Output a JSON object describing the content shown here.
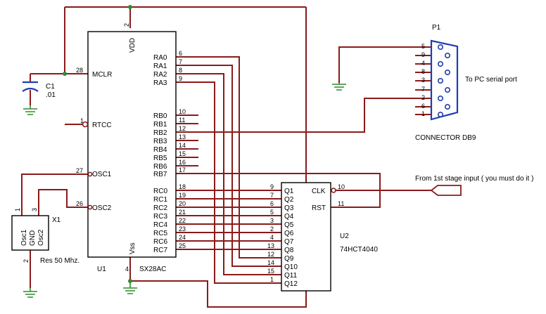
{
  "u1": {
    "ref": "U1",
    "part": "SX28AC",
    "labels": {
      "vdd": "VDD",
      "vss": "Vss",
      "mclr": "MCLR",
      "rtcc": "RTCC",
      "osc1": "OSC1",
      "osc2": "OSC2",
      "ra0": "RA0",
      "ra1": "RA1",
      "ra2": "RA2",
      "ra3": "RA3",
      "rb0": "RB0",
      "rb1": "RB1",
      "rb2": "RB2",
      "rb3": "RB3",
      "rb4": "RB4",
      "rb5": "RB5",
      "rb6": "RB6",
      "rb7": "RB7",
      "rc0": "RC0",
      "rc1": "RC1",
      "rc2": "RC2",
      "rc3": "RC3",
      "rc4": "RC4",
      "rc5": "RC5",
      "rc6": "RC6",
      "rc7": "RC7"
    },
    "pins": {
      "vdd": "2",
      "vss": "4",
      "mclr": "28",
      "rtcc": "1",
      "osc1": "27",
      "osc2": "26",
      "ra0": "6",
      "ra1": "7",
      "ra2": "8",
      "ra3": "9",
      "rb0": "10",
      "rb1": "11",
      "rb2": "12",
      "rb3": "13",
      "rb4": "14",
      "rb5": "15",
      "rb6": "16",
      "rb7": "17",
      "rc0": "18",
      "rc1": "19",
      "rc2": "20",
      "rc3": "21",
      "rc4": "22",
      "rc5": "23",
      "rc6": "24",
      "rc7": "25"
    }
  },
  "u2": {
    "ref": "U2",
    "part": "74HCT4040",
    "labels": {
      "q1": "Q1",
      "q2": "Q2",
      "q3": "Q3",
      "q4": "Q4",
      "q5": "Q5",
      "q6": "Q6",
      "q7": "Q7",
      "q8": "Q8",
      "q9": "Q9",
      "q10": "Q10",
      "q11": "Q11",
      "q12": "Q12",
      "clk": "CLK",
      "rst": "RST"
    },
    "pins": {
      "q1": "9",
      "q2": "7",
      "q3": "6",
      "q4": "5",
      "q5": "3",
      "q6": "2",
      "q7": "4",
      "q8": "13",
      "q9": "12",
      "q10": "14",
      "q11": "15",
      "q12": "1",
      "clk": "10",
      "rst": "11"
    }
  },
  "c1": {
    "ref": "C1",
    "value": ".01"
  },
  "x1": {
    "ref": "X1",
    "osc1": "Osc1",
    "gnd": "GND",
    "osc2": "Osc2",
    "pin1": "1",
    "pin2": "2",
    "pin3": "3",
    "note": "Res 50 Mhz."
  },
  "p1": {
    "ref": "P1",
    "name": "CONNECTOR DB9",
    "note": "To PC serial port",
    "pins": {
      "p5": "5",
      "p9": "9",
      "p4": "4",
      "p8": "8",
      "p3": "3",
      "p7": "7",
      "p2": "2",
      "p6": "6",
      "p1": "1"
    }
  },
  "input_note": "From 1st stage input ( you must do it )",
  "colors": {
    "wire": "#8b1a1a",
    "ground": "#2e8b2e",
    "capacitor": "#1f3fae",
    "outline": "#000000"
  }
}
